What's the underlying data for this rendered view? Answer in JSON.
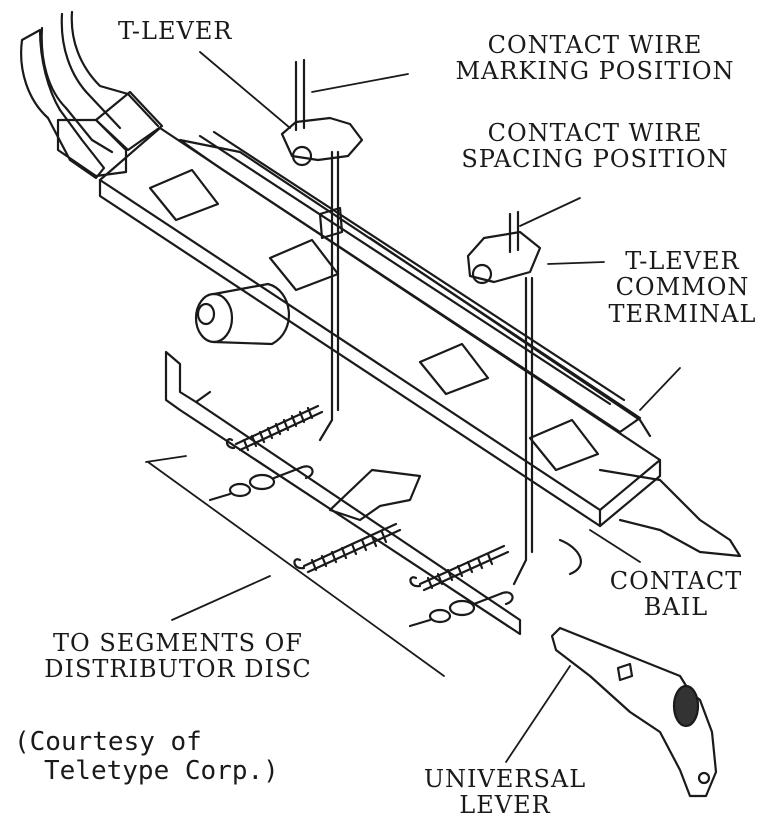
{
  "labels": {
    "t_lever_top": "T-LEVER",
    "contact_wire_marking": [
      "CONTACT WIRE",
      "MARKING POSITION"
    ],
    "contact_wire_spacing": [
      "CONTACT WIRE",
      "SPACING POSITION"
    ],
    "t_lever_common": [
      "T-LEVER",
      "COMMON",
      "TERMINAL"
    ],
    "contact_bail": [
      "CONTACT",
      "BAIL"
    ],
    "segments": [
      "TO SEGMENTS OF",
      "DISTRIBUTOR DISC"
    ],
    "courtesy": [
      "(Courtesy of",
      "Teletype Corp.)"
    ],
    "universal_lever": [
      "UNIVERSAL",
      "LEVER"
    ]
  },
  "colors": {
    "ink": "#1a1a1a",
    "paper": "#ffffff"
  }
}
